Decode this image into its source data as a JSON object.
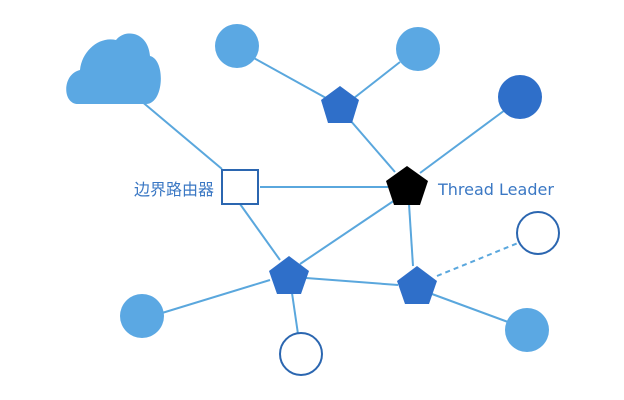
{
  "diagram": {
    "labels": {
      "border_router": "边界路由器",
      "thread_leader": "Thread Leader"
    },
    "colors": {
      "link": "#5aa7dd",
      "light_blue": "#5ba8e3",
      "dark_blue": "#2f6fc9",
      "outline_blue": "#2b66b0",
      "leader": "#000000",
      "label": "#3b78c4"
    },
    "legend_semantics": {
      "cloud": "cloud-icon",
      "border_router": "square-node",
      "router": "pentagon-node",
      "leader": "black-pentagon-node",
      "end_device": "circle-node",
      "sleepy_end_device": "hollow-circle-node"
    }
  }
}
